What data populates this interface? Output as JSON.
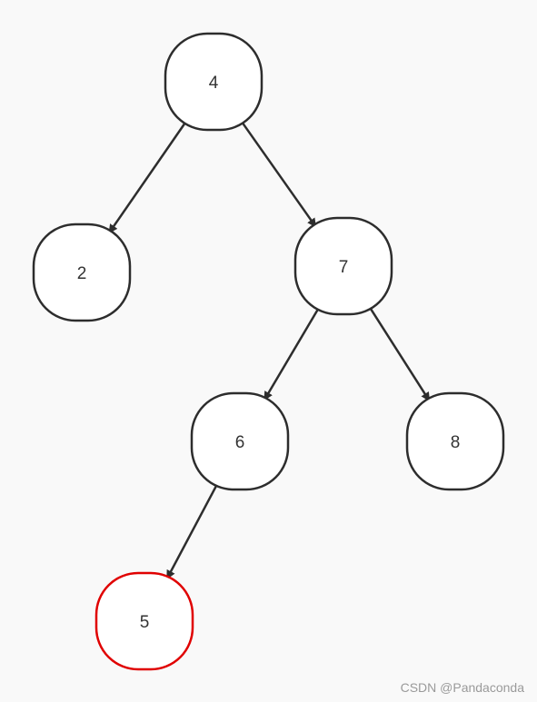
{
  "colors": {
    "background": "#f9f9f9",
    "stroke": "#2d2d2d",
    "highlight": "#e00000",
    "node_fill": "#ffffff",
    "watermark": "#9a9a9a"
  },
  "nodes": [
    {
      "id": "n4",
      "label": "4",
      "highlighted": false
    },
    {
      "id": "n2",
      "label": "2",
      "highlighted": false
    },
    {
      "id": "n7",
      "label": "7",
      "highlighted": false
    },
    {
      "id": "n6",
      "label": "6",
      "highlighted": false
    },
    {
      "id": "n8",
      "label": "8",
      "highlighted": false
    },
    {
      "id": "n5",
      "label": "5",
      "highlighted": true
    }
  ],
  "edges": [
    {
      "from": "n4",
      "to": "n2"
    },
    {
      "from": "n4",
      "to": "n7"
    },
    {
      "from": "n7",
      "to": "n6"
    },
    {
      "from": "n7",
      "to": "n8"
    },
    {
      "from": "n6",
      "to": "n5"
    }
  ],
  "watermark": "CSDN @Pandaconda"
}
